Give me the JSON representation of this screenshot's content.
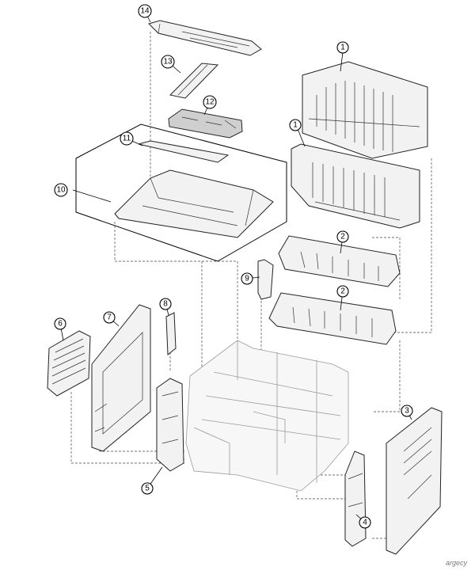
{
  "callouts": [
    "1",
    "1",
    "2",
    "2",
    "3",
    "4",
    "5",
    "6",
    "7",
    "8",
    "9",
    "10",
    "11",
    "12",
    "13",
    "14"
  ],
  "watermark": "argecy"
}
